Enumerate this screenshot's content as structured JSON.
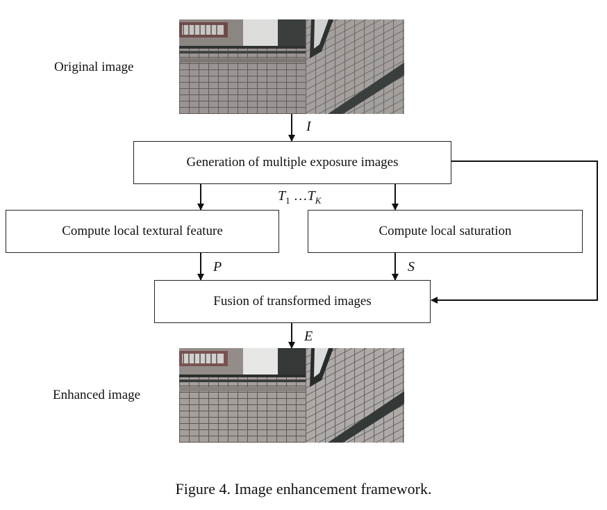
{
  "labels": {
    "original": "Original image",
    "enhanced": "Enhanced image"
  },
  "boxes": {
    "generation": "Generation of multiple exposure images",
    "texture": "Compute local textural feature",
    "saturation": "Compute local saturation",
    "fusion": "Fusion of transformed images"
  },
  "variables": {
    "input": "I",
    "texture_out": "P",
    "saturation_out": "S",
    "fusion_out": "E",
    "exposures": {
      "first_base": "T",
      "first_sub": "1",
      "dots": " …",
      "last_base": "T",
      "last_sub": "K"
    }
  },
  "caption": "Figure 4. Image enhancement framework.",
  "colors": {
    "line": "#111111",
    "box_border": "#222222"
  }
}
